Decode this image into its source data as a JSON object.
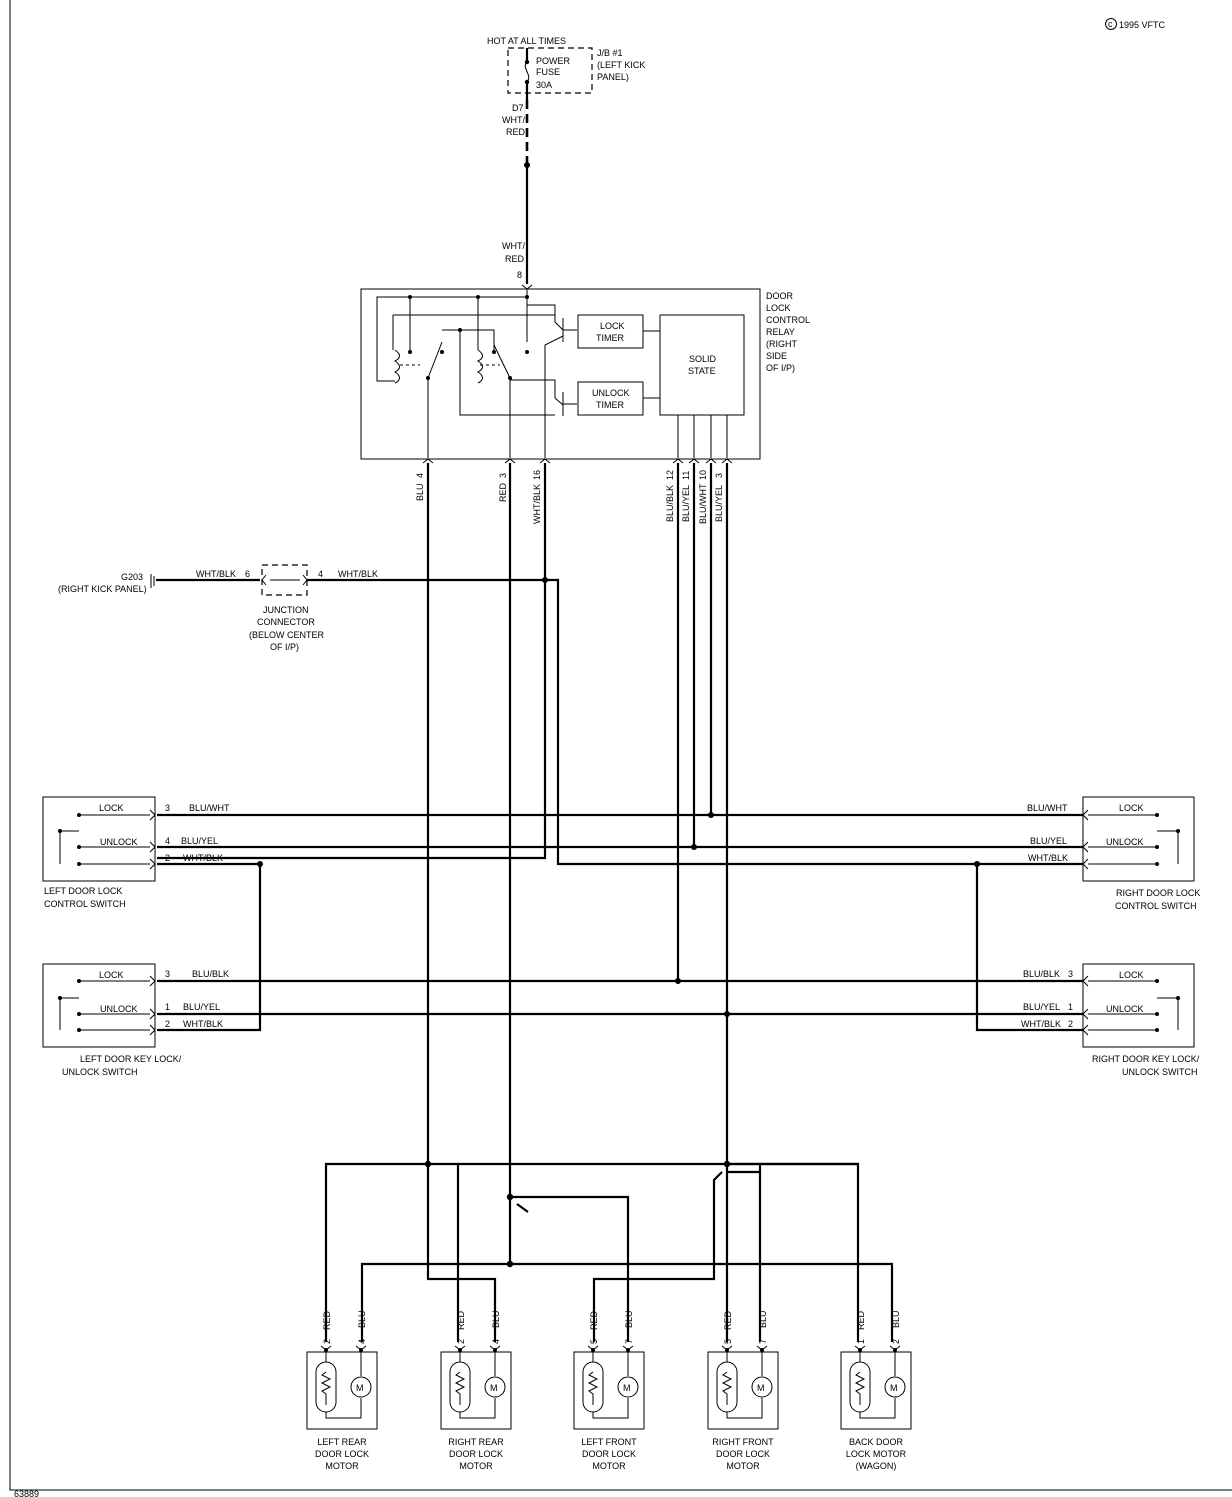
{
  "copyright": "1995 VFTC",
  "figure_id": "63889",
  "fuse": {
    "hot": "HOT AT ALL TIMES",
    "name_l1": "POWER",
    "name_l2": "FUSE",
    "rating": "30A",
    "jb_l1": "J/B #1",
    "jb_l2": "(LEFT KICK",
    "jb_l3": "PANEL)",
    "pin": "D7",
    "wire_l1": "WHT/",
    "wire_l2": "RED"
  },
  "relay": {
    "in_wire_l1": "WHT/",
    "in_wire_l2": "RED",
    "in_pin": "8",
    "label": [
      "DOOR",
      "LOCK",
      "CONTROL",
      "RELAY",
      "(RIGHT",
      "SIDE",
      "OF I/P)"
    ],
    "lock_timer": [
      "LOCK",
      "TIMER"
    ],
    "unlock_timer": [
      "UNLOCK",
      "TIMER"
    ],
    "solid_state": [
      "SOLID",
      "STATE"
    ],
    "pins": [
      {
        "pin": "4",
        "wire": "BLU"
      },
      {
        "pin": "3",
        "wire": "RED"
      },
      {
        "pin": "16",
        "wire": "WHT/BLK"
      },
      {
        "pin": "12",
        "wire": "BLU/BLK"
      },
      {
        "pin": "11",
        "wire": "BLU/YEL"
      },
      {
        "pin": "10",
        "wire": "BLU/WHT"
      },
      {
        "pin": "3",
        "wire": "BLU/YEL"
      }
    ]
  },
  "ground": {
    "name": "G203",
    "location": "(RIGHT KICK PANEL)",
    "wire_left": "WHT/BLK",
    "pin_left": "6",
    "pin_right": "4",
    "wire_right": "WHT/BLK",
    "junction": [
      "JUNCTION",
      "CONNECTOR",
      "(BELOW CENTER",
      "OF I/P)"
    ]
  },
  "left_control_switch": {
    "lock": "LOCK",
    "unlock": "UNLOCK",
    "rows": [
      {
        "pin": "3",
        "wire": "BLU/WHT"
      },
      {
        "pin": "4",
        "wire": "BLU/YEL"
      },
      {
        "pin": "2",
        "wire": "WHT/BLK"
      }
    ],
    "name": [
      "LEFT DOOR LOCK",
      "CONTROL SWITCH"
    ]
  },
  "right_control_switch": {
    "lock": "LOCK",
    "unlock": "UNLOCK",
    "rows": [
      {
        "pin": "",
        "wire": "BLU/WHT"
      },
      {
        "pin": "",
        "wire": "BLU/YEL"
      },
      {
        "pin": "",
        "wire": "WHT/BLK"
      }
    ],
    "name": [
      "RIGHT DOOR LOCK",
      "CONTROL SWITCH"
    ]
  },
  "left_key_switch": {
    "lock": "LOCK",
    "unlock": "UNLOCK",
    "rows": [
      {
        "pin": "3",
        "wire": "BLU/BLK"
      },
      {
        "pin": "1",
        "wire": "BLU/YEL"
      },
      {
        "pin": "2",
        "wire": "WHT/BLK"
      }
    ],
    "name": [
      "LEFT DOOR KEY LOCK/",
      "UNLOCK SWITCH"
    ]
  },
  "right_key_switch": {
    "lock": "LOCK",
    "unlock": "UNLOCK",
    "rows": [
      {
        "pin": "3",
        "wire": "BLU/BLK"
      },
      {
        "pin": "1",
        "wire": "BLU/YEL"
      },
      {
        "pin": "2",
        "wire": "WHT/BLK"
      }
    ],
    "name": [
      "RIGHT DOOR KEY LOCK/",
      "UNLOCK SWITCH"
    ]
  },
  "motors": [
    {
      "w1": "RED",
      "p1": "2",
      "w2": "BLU",
      "p2": "4",
      "name": [
        "LEFT REAR",
        "DOOR LOCK",
        "MOTOR"
      ]
    },
    {
      "w1": "RED",
      "p1": "2",
      "w2": "BLU",
      "p2": "4",
      "name": [
        "RIGHT REAR",
        "DOOR LOCK",
        "MOTOR"
      ]
    },
    {
      "w1": "RED",
      "p1": "5",
      "w2": "BLU",
      "p2": "7",
      "name": [
        "LEFT FRONT",
        "DOOR LOCK",
        "MOTOR"
      ]
    },
    {
      "w1": "RED",
      "p1": "5",
      "w2": "BLU",
      "p2": "7",
      "name": [
        "RIGHT FRONT",
        "DOOR LOCK",
        "MOTOR"
      ]
    },
    {
      "w1": "RED",
      "p1": "1",
      "w2": "BLU",
      "p2": "2",
      "name": [
        "BACK DOOR",
        "LOCK MOTOR",
        "(WAGON)"
      ]
    }
  ],
  "motor_symbol": "M"
}
